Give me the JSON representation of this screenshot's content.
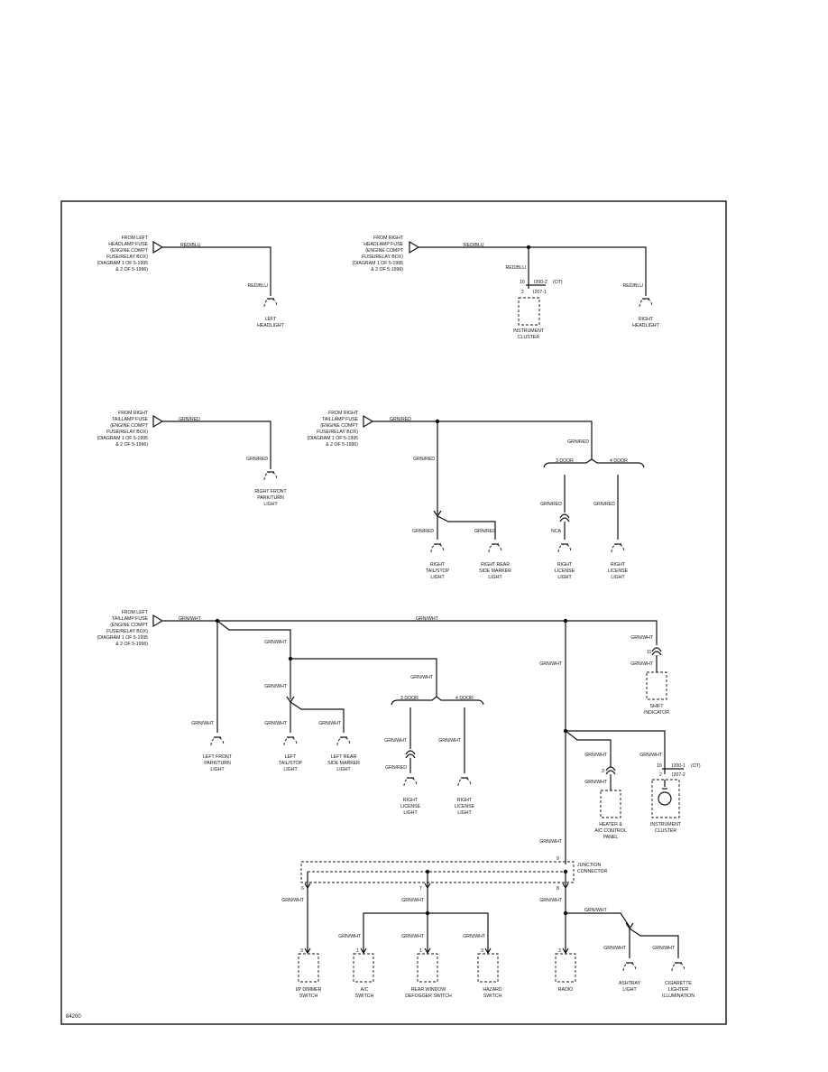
{
  "diagram_id": "84200",
  "sources": {
    "left_headlamp": [
      "FROM LEFT",
      "HEADLAMP FUSE",
      "(ENGINE COMPT",
      "FUSE/RELAY BOX)",
      "(DIAGRAM 1 OF 5-1995",
      "& 2 OF 5-1996)"
    ],
    "right_headlamp": [
      "FROM RIGHT",
      "HEADLAMP FUSE",
      "(ENGINE COMPT",
      "FUSE/RELAY BOX)",
      "(DIAGRAM 1 OF 5-1995",
      "& 2 OF 5-1996)"
    ],
    "right_taillamp_1": [
      "FROM RIGHT",
      "TAILLAMP FUSE",
      "(ENGINE COMPT",
      "FUSE/RELAY BOX)",
      "(DIAGRAM 1 OF 5-1995",
      "& 2 OF 5-1996)"
    ],
    "right_taillamp_2": [
      "FROM RIGHT",
      "TAILLAMP FUSE",
      "(ENGINE COMPT",
      "FUSE/RELAY BOX)",
      "(DIAGRAM 1 OF 5-1995",
      "& 2 OF 5-1996)"
    ],
    "left_taillamp": [
      "FROM LEFT",
      "TAILLAMP FUSE",
      "(ENGINE COMPT",
      "FUSE/RELAY BOX)",
      "(DIAGRAM 1 OF 5-1995",
      "& 2 OF 5-1996)"
    ]
  },
  "wires": {
    "red_blu": "RED/BLU",
    "grn_red": "GRN/RED",
    "grn_wht": "GRN/WHT"
  },
  "doors": {
    "three": "3 DOOR",
    "four": "4 DOOR"
  },
  "nca": "NCA",
  "ot": "(OT)",
  "connectors": {
    "i200_2": "I200-2",
    "i207_1": "I207-1",
    "i200_1": "I200-1",
    "i207_2": "I207-2"
  },
  "pins": {
    "p10": "10",
    "p2": "2",
    "p11": "11",
    "p3": "3",
    "p9": "9",
    "p6": "6",
    "p7": "7",
    "p8": "8",
    "p1": "1"
  },
  "components": {
    "left_headlight": [
      "LEFT",
      "HEADLIGHT"
    ],
    "instrument_cluster_1": [
      "INSTRUMENT",
      "CLUSTER"
    ],
    "right_headlight": [
      "RIGHT",
      "HEADLIGHT"
    ],
    "right_front_park": [
      "RIGHT FRONT",
      "PARK/TURN",
      "LIGHT"
    ],
    "right_tailstop": [
      "RIGHT",
      "TAIL/STOP",
      "LIGHT"
    ],
    "right_rear_side_marker": [
      "RIGHT REAR",
      "SIDE MARKER",
      "LIGHT"
    ],
    "right_license_3door": [
      "RIGHT",
      "LICENSE",
      "LIGHT"
    ],
    "right_license_4door": [
      "RIGHT",
      "LICENSE",
      "LIGHT"
    ],
    "shift_indicator": [
      "SHIFT",
      "INDICATOR"
    ],
    "left_front_park": [
      "LEFT FRONT",
      "PARK/TURN",
      "LIGHT"
    ],
    "left_tailstop": [
      "LEFT",
      "TAIL/STOP",
      "LIGHT"
    ],
    "left_rear_side_marker": [
      "LEFT REAR",
      "SIDE MARKER",
      "LIGHT"
    ],
    "right_license_b3": [
      "RIGHT",
      "LICENSE",
      "LIGHT"
    ],
    "right_license_b4": [
      "RIGHT",
      "LICENSE",
      "LIGHT"
    ],
    "heater_ac_panel": [
      "HEATER &",
      "A/C CONTROL",
      "PANEL"
    ],
    "instrument_cluster_2": [
      "INSTRUMENT",
      "CLUSTER"
    ],
    "junction_connector": [
      "JUNCTION",
      "CONNECTOR"
    ],
    "ip_dimmer": [
      "I/P DIMMER",
      "SWITCH"
    ],
    "ac_switch": [
      "A/C",
      "SWITCH"
    ],
    "rear_defogger": [
      "REAR WINDOW",
      "DEFOGGER SWITCH"
    ],
    "hazard_switch": [
      "HAZARD",
      "SWITCH"
    ],
    "radio": [
      "RADIO"
    ],
    "ashtray_light": [
      "ASHTRAY",
      "LIGHT"
    ],
    "cigarette_lighter": [
      "CIGARETTE",
      "LIGHTER",
      "ILLUMINATION"
    ]
  }
}
